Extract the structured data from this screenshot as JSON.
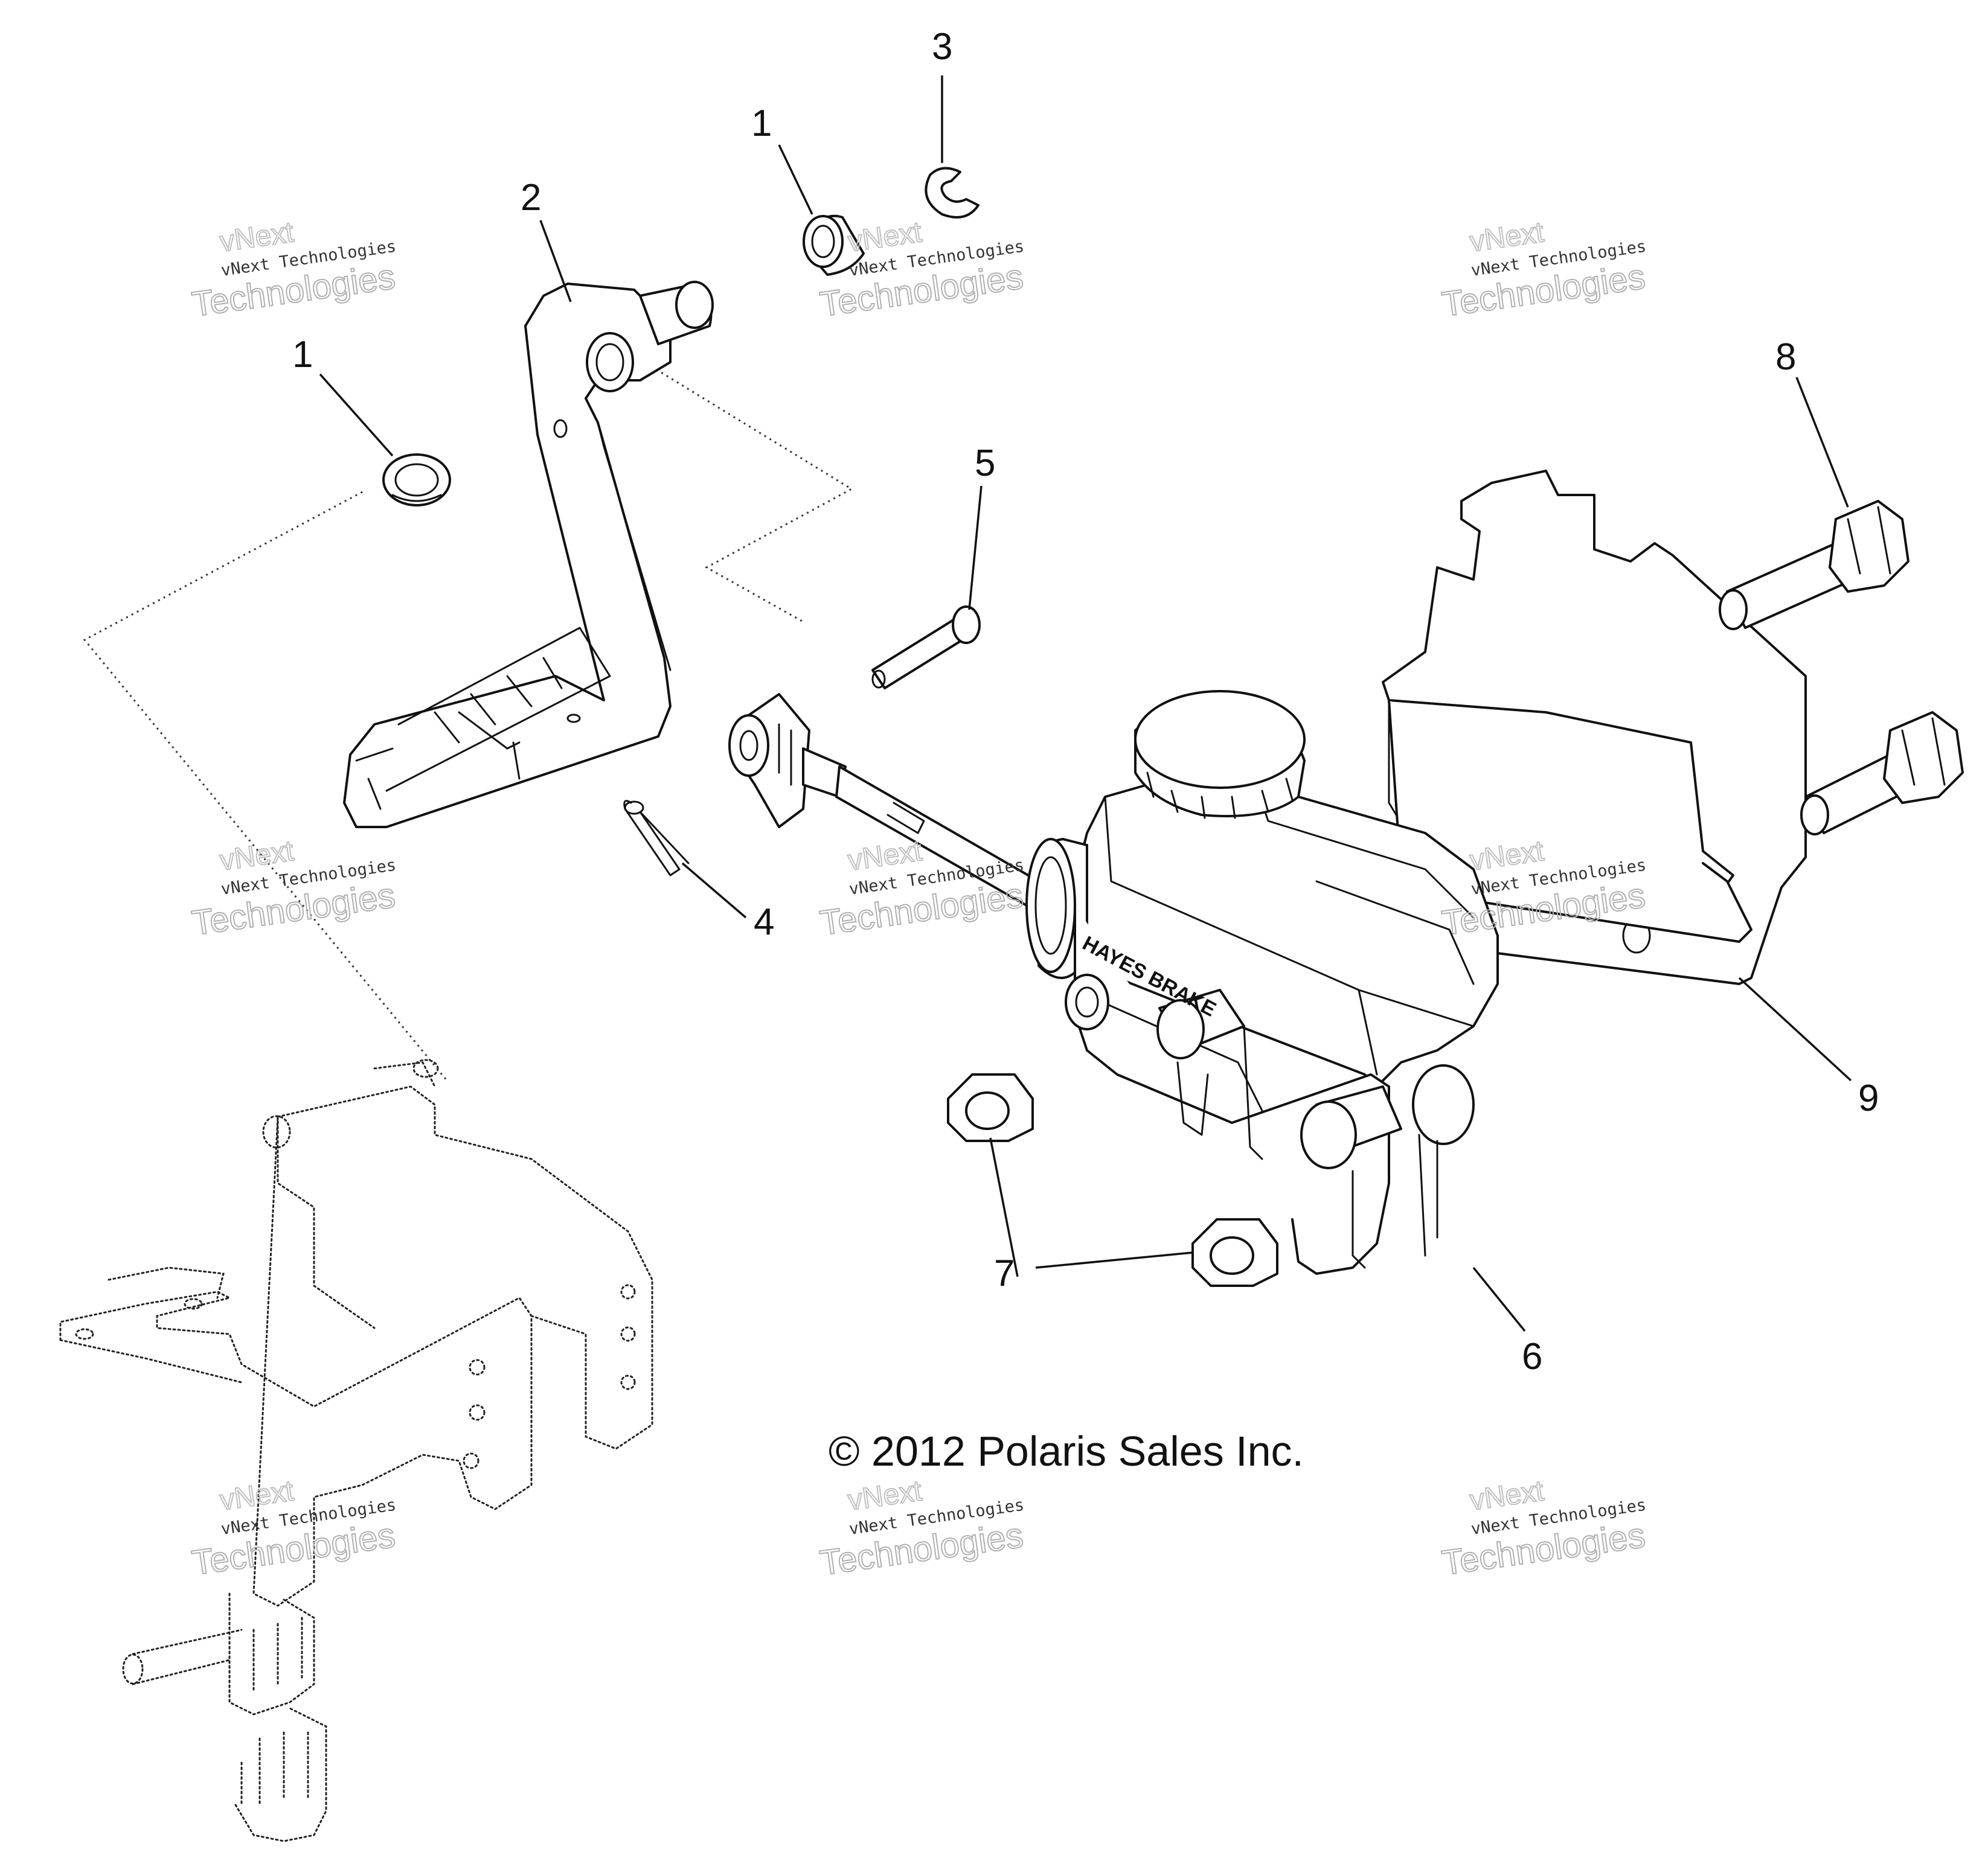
{
  "copyright": "© 2012 Polaris Sales Inc.",
  "watermark": {
    "line_top": "vNext",
    "line_mid": "vNext Technologies",
    "line_bottom": "Technologies"
  },
  "reservoir_text": "HAYES BRAKE",
  "callouts": [
    {
      "id": "c1a",
      "label": "1"
    },
    {
      "id": "c1b",
      "label": "1"
    },
    {
      "id": "c2",
      "label": "2"
    },
    {
      "id": "c3",
      "label": "3"
    },
    {
      "id": "c4",
      "label": "4"
    },
    {
      "id": "c5",
      "label": "5"
    },
    {
      "id": "c6",
      "label": "6"
    },
    {
      "id": "c7",
      "label": "7"
    },
    {
      "id": "c8",
      "label": "8"
    },
    {
      "id": "c9",
      "label": "9"
    }
  ]
}
